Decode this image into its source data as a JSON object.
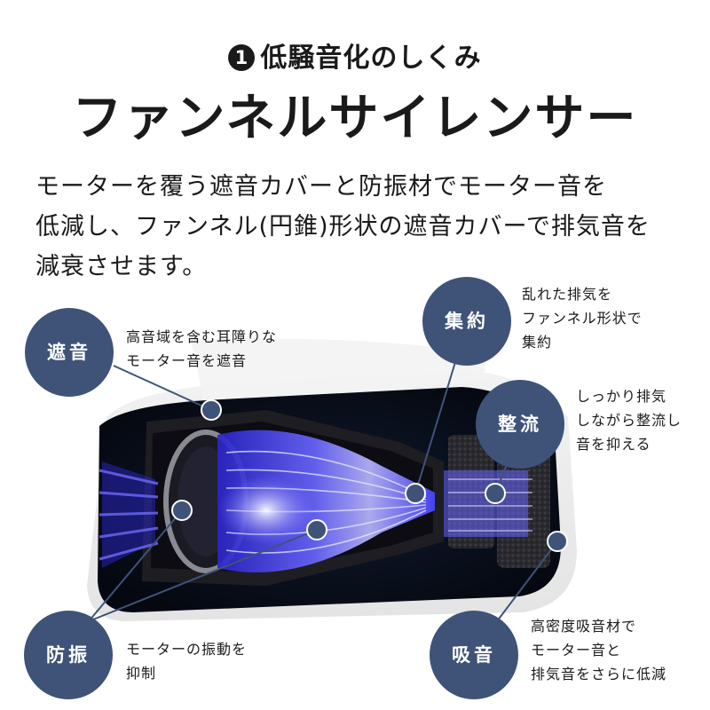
{
  "heading": {
    "number": "1",
    "text": "低騒音化のしくみ"
  },
  "title": "ファンネルサイレンサー",
  "description": [
    "モーターを覆う遮音カバーと防振材でモーター音を",
    "低減し、ファンネル(円錐)形状の遮音カバーで排気音を",
    "減衰させます。"
  ],
  "callouts": {
    "shaon": {
      "label": "遮音",
      "note": [
        "高音域を含む耳障りな",
        "モーター音を遮音"
      ]
    },
    "shuyaku": {
      "label": "集約",
      "note": [
        "乱れた排気を",
        "ファンネル形状で",
        "集約"
      ]
    },
    "seiryu": {
      "label": "整流",
      "note": [
        "しっかり排気",
        "しながら整流し",
        "音を抑える"
      ]
    },
    "boushin": {
      "label": "防振",
      "note": [
        "モーターの振動を",
        "抑制"
      ]
    },
    "kyuuon": {
      "label": "吸音",
      "note": [
        "高密度吸音材で",
        "モーター音と",
        "排気音をさらに低減"
      ]
    }
  },
  "colors": {
    "callout": "#3f5379",
    "dot": "#3f5379",
    "airflow": "#5a56ff"
  }
}
